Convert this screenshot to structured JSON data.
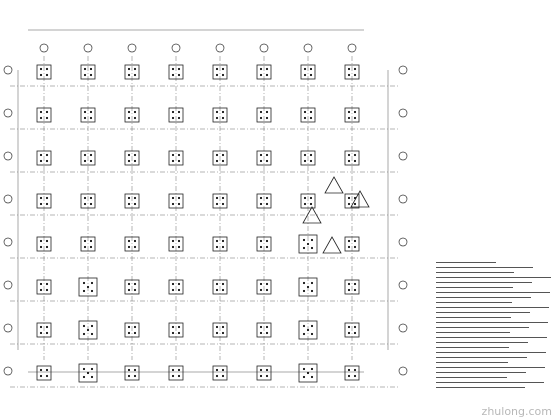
{
  "drawing": {
    "columns": 8,
    "rows": 8
  },
  "watermark": "zhulong.com"
}
